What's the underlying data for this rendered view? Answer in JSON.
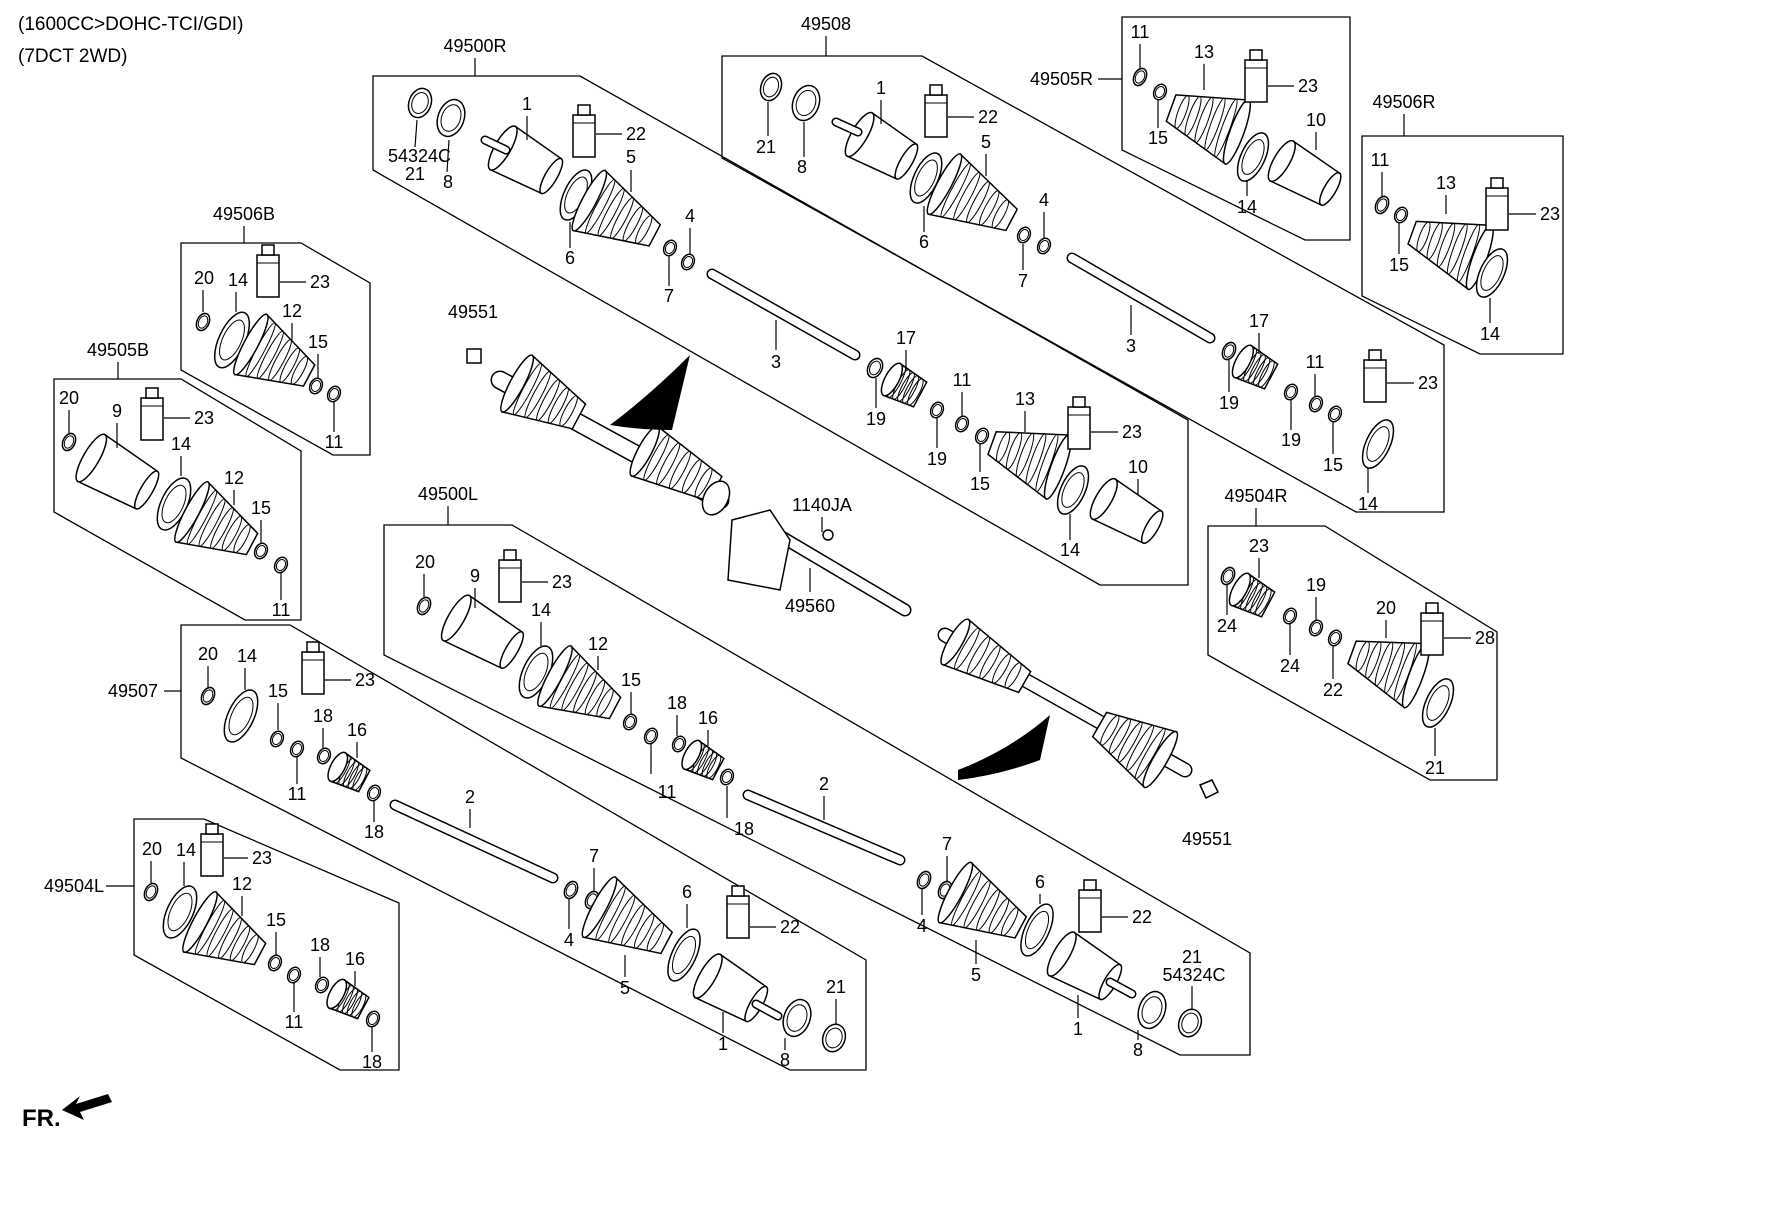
{
  "header": {
    "line1": "(1600CC>DOHC-TCI/GDI)",
    "line2": "(7DCT 2WD)"
  },
  "direction_label": "FR.",
  "assemblies": [
    "49500R",
    "49508",
    "49505R",
    "49506R",
    "49506B",
    "49505B",
    "49500L",
    "49507",
    "49504L",
    "49504R",
    "49551",
    "49560",
    "1140JA"
  ],
  "part_numbers": [
    "1",
    "2",
    "3",
    "4",
    "5",
    "6",
    "7",
    "8",
    "9",
    "10",
    "11",
    "12",
    "13",
    "14",
    "15",
    "16",
    "17",
    "18",
    "19",
    "20",
    "21",
    "22",
    "23",
    "24",
    "28",
    "54324C"
  ]
}
